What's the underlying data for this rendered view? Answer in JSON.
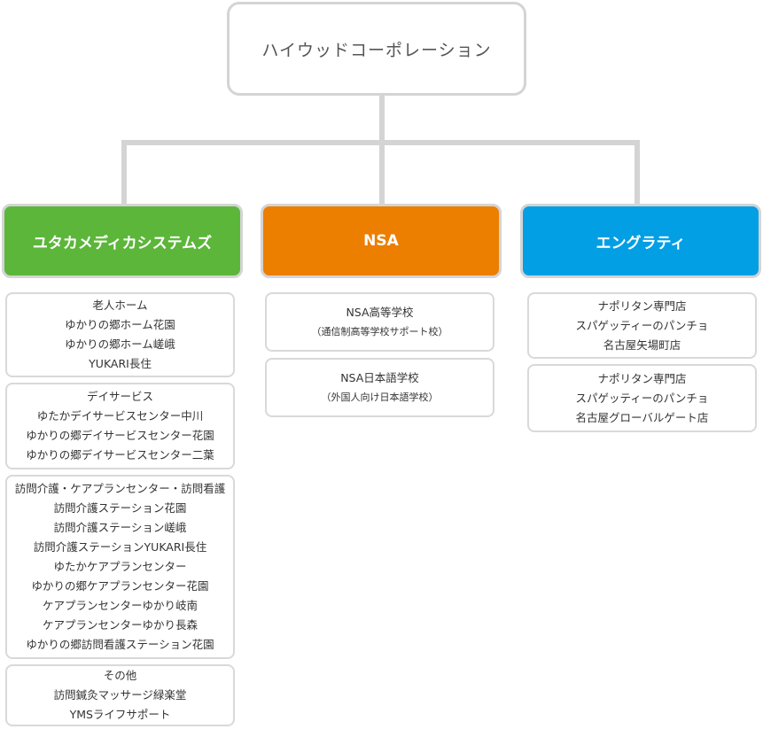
{
  "root": {
    "label": "ハイウッドコーポレーション"
  },
  "colors": {
    "green": "#5cb63a",
    "orange": "#ec7e00",
    "blue": "#039fe4",
    "connector": "#d4d4d4"
  },
  "companies": [
    {
      "label": "ユタカメディカシステムズ",
      "groups": [
        {
          "lines": [
            "老人ホーム",
            "ゆかりの郷ホーム花園",
            "ゆかりの郷ホーム嵯峨",
            "YUKARI長住"
          ]
        },
        {
          "lines": [
            "デイサービス",
            "ゆたかデイサービスセンター中川",
            "ゆかりの郷デイサービスセンター花園",
            "ゆかりの郷デイサービスセンター二葉"
          ]
        },
        {
          "lines": [
            "訪問介護・ケアプランセンター・訪問看護",
            "訪問介護ステーション花園",
            "訪問介護ステーション嵯峨",
            "訪問介護ステーションYUKARI長住",
            "ゆたかケアプランセンター",
            "ゆかりの郷ケアプランセンター花園",
            "ケアプランセンターゆかり岐南",
            "ケアプランセンターゆかり長森",
            "ゆかりの郷訪問看護ステーション花園"
          ]
        },
        {
          "lines": [
            "その他",
            "訪問鍼灸マッサージ緑楽堂",
            "YMSライフサポート"
          ]
        }
      ]
    },
    {
      "label": "NSA",
      "groups": [
        {
          "lines": [
            "NSA高等学校",
            "（通信制高等学校サポート校）"
          ]
        },
        {
          "lines": [
            "NSA日本語学校",
            "（外国人向け日本語学校）"
          ]
        }
      ]
    },
    {
      "label": "エングラティ",
      "groups": [
        {
          "lines": [
            "ナポリタン専門店",
            "スパゲッティーのパンチョ",
            "名古屋矢場町店"
          ]
        },
        {
          "lines": [
            "ナポリタン専門店",
            "スパゲッティーのパンチョ",
            "名古屋グローバルゲート店"
          ]
        }
      ]
    }
  ]
}
